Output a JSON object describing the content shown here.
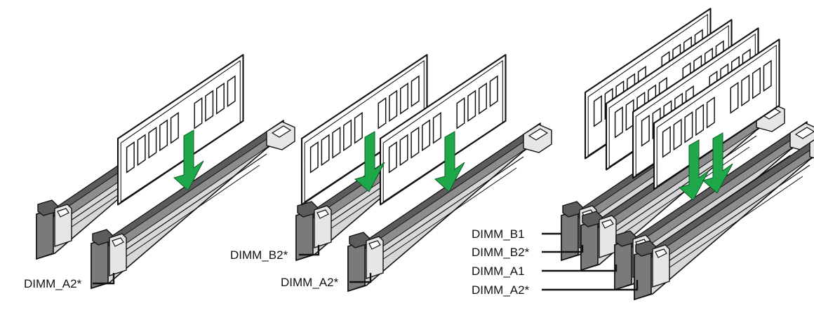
{
  "colors": {
    "socket_light": "#d8d8d8",
    "socket_dark": "#7a7a7a",
    "socket_darker": "#5c5c5c",
    "slot_inner": "#9a9a9a",
    "module_fill": "#ffffff",
    "arrow": "#1fa84a",
    "outline": "#111111"
  },
  "configs": [
    {
      "labels": [
        {
          "text": "DIMM_A2*"
        }
      ]
    },
    {
      "labels": [
        {
          "text": "DIMM_B2*"
        },
        {
          "text": "DIMM_A2*"
        }
      ]
    },
    {
      "labels": [
        {
          "text": "DIMM_B1"
        },
        {
          "text": "DIMM_B2*"
        },
        {
          "text": "DIMM_A1"
        },
        {
          "text": "DIMM_A2*"
        }
      ]
    }
  ]
}
